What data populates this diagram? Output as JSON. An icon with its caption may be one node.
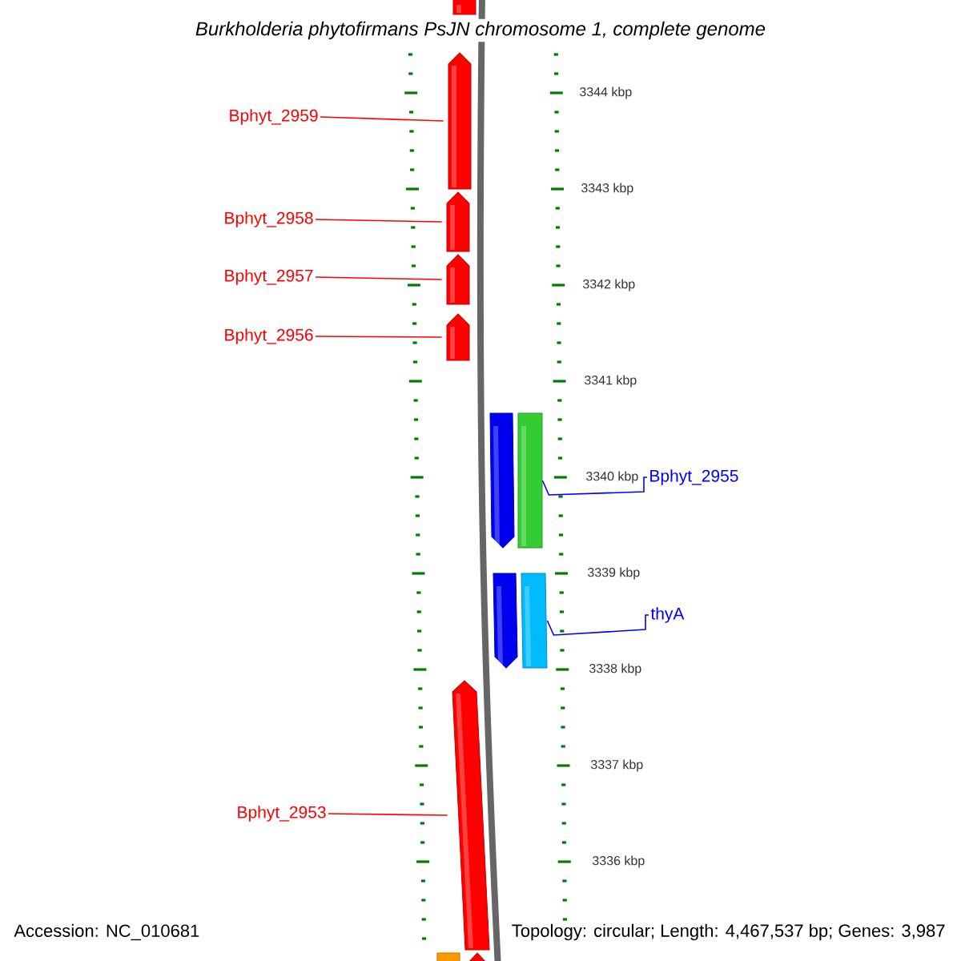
{
  "diagram": {
    "title": "Burkholderia phytofirmans PsJN chromosome 1, complete genome",
    "nodes": [
      {
        "text": [],
        "shape": "bar"
      },
      {
        "text": [
          "Bphyt_2959"
        ]
      },
      {
        "text": [],
        "shape": "arrow"
      },
      {
        "text": [
          "Bphyt_2958"
        ]
      },
      {
        "text": [],
        "shape": "arrow"
      },
      {
        "text": [
          "Bphyt_2957"
        ]
      },
      {
        "text": [],
        "shape": "arrow"
      },
      {
        "text": [
          "Bphyt_2956"
        ]
      },
      {
        "text": [],
        "shape": "arrow"
      },
      {
        "text": [],
        "shape": "arrow"
      },
      {
        "text": [],
        "shape": "bar"
      },
      {
        "text": [
          "Bphyt_2955"
        ]
      },
      {
        "text": [],
        "shape": "arrow"
      },
      {
        "text": [],
        "shape": "bar"
      },
      {
        "text": [
          "thyA"
        ]
      },
      {
        "text": [],
        "shape": "arrow"
      },
      {
        "text": [
          "Bphyt_2953"
        ]
      },
      {
        "text": [],
        "shape": "bar"
      },
      {
        "text": [],
        "shape": "arrow"
      }
    ],
    "edges": [
      {
        "from": 1,
        "to": 2,
        "arrow": "none"
      },
      {
        "from": 3,
        "to": 4,
        "arrow": "none"
      },
      {
        "from": 5,
        "to": 6,
        "arrow": "none"
      },
      {
        "from": 7,
        "to": 8,
        "arrow": "none"
      },
      {
        "from": 11,
        "to": 10,
        "arrow": "none",
        "color": "#0000ff"
      },
      {
        "from": 14,
        "to": 13,
        "arrow": "none",
        "color": "#0000ff"
      },
      {
        "from": 16,
        "to": 15,
        "arrow": "none"
      }
    ],
    "labels": [
      "3344 kbp",
      "3343 kbp",
      "3342 kbp",
      "3341 kbp",
      "3340 kbp",
      "3339 kbp",
      "3338 kbp",
      "3337 kbp",
      "3336 kbp",
      "Accession: NC_010681",
      "Topology: circular; Length: 4,467,537 bp; Genes: 3,987"
    ]
  }
}
